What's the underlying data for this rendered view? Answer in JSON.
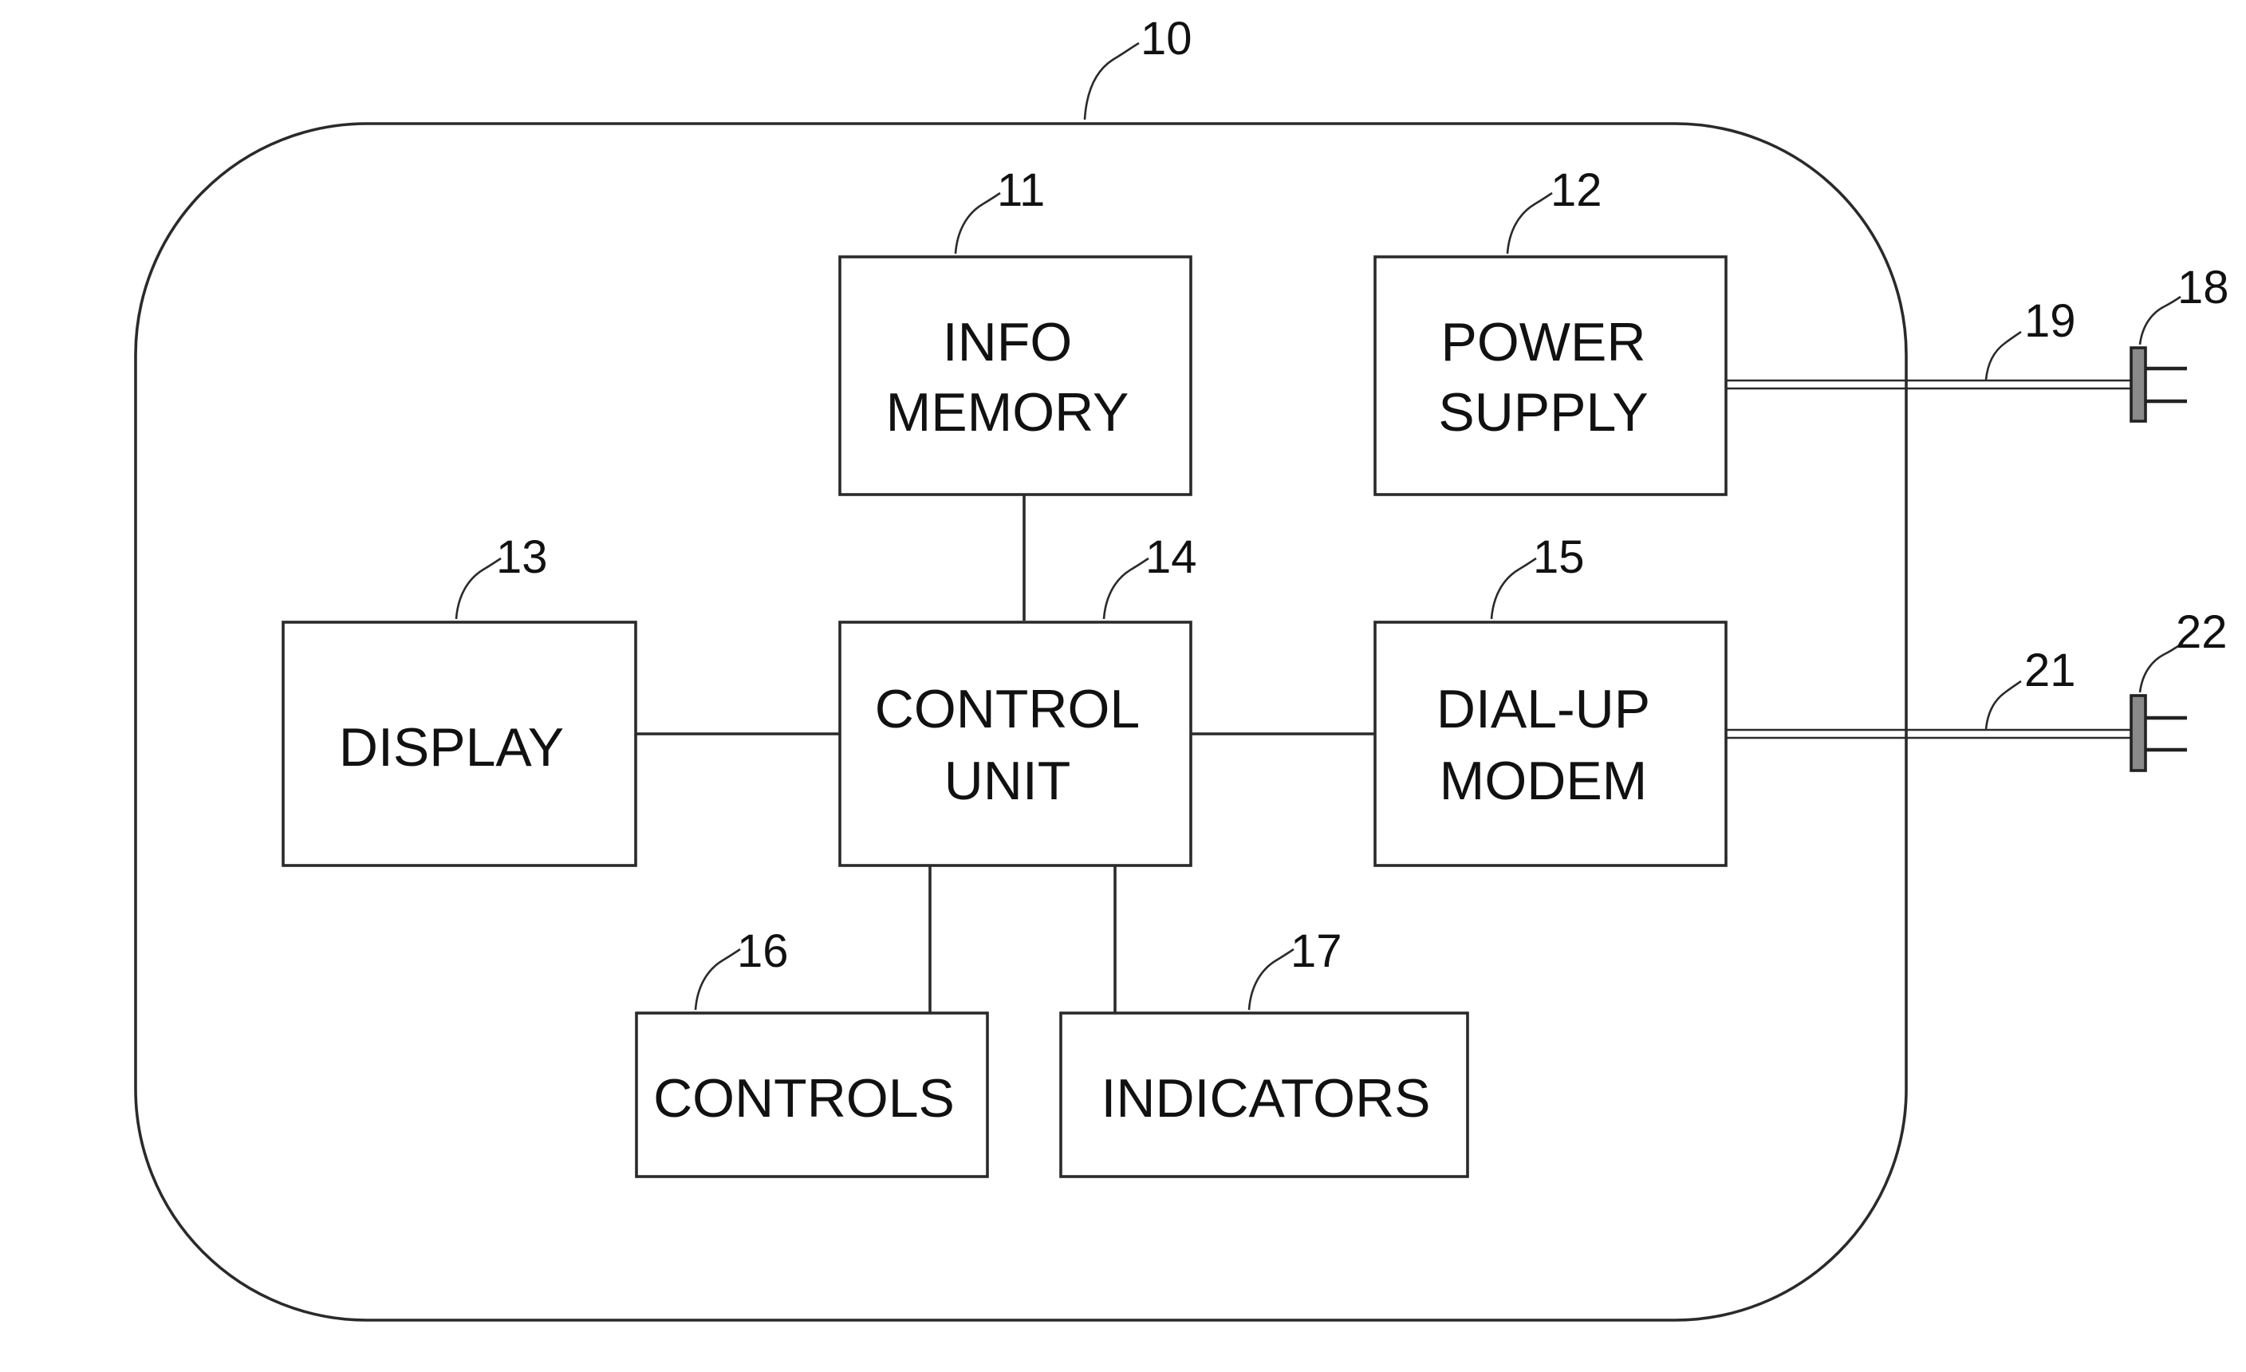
{
  "enclosure": {
    "ref": "10"
  },
  "blocks": {
    "info_memory": {
      "ref": "11",
      "line1": "INFO",
      "line2": "MEMORY"
    },
    "power_supply": {
      "ref": "12",
      "line1": "POWER",
      "line2": "SUPPLY"
    },
    "display": {
      "ref": "13",
      "line1": "DISPLAY"
    },
    "control_unit": {
      "ref": "14",
      "line1": "CONTROL",
      "line2": "UNIT"
    },
    "dial_up_modem": {
      "ref": "15",
      "line1": "DIAL-UP",
      "line2": "MODEM"
    },
    "controls": {
      "ref": "16",
      "line1": "CONTROLS"
    },
    "indicators": {
      "ref": "17",
      "line1": "INDICATORS"
    }
  },
  "external": {
    "power_plug": {
      "ref": "18"
    },
    "power_cord": {
      "ref": "19"
    },
    "phone_cord": {
      "ref": "21"
    },
    "phone_plug": {
      "ref": "22"
    }
  },
  "colors": {
    "line": "#2a2a2a",
    "plug_fill": "#8a8a8a",
    "background": "#ffffff"
  },
  "connections": [
    [
      "info_memory",
      "control_unit"
    ],
    [
      "display",
      "control_unit"
    ],
    [
      "control_unit",
      "dial_up_modem"
    ],
    [
      "control_unit",
      "controls"
    ],
    [
      "control_unit",
      "indicators"
    ],
    [
      "power_supply",
      "power_cord"
    ],
    [
      "dial_up_modem",
      "phone_cord"
    ]
  ]
}
